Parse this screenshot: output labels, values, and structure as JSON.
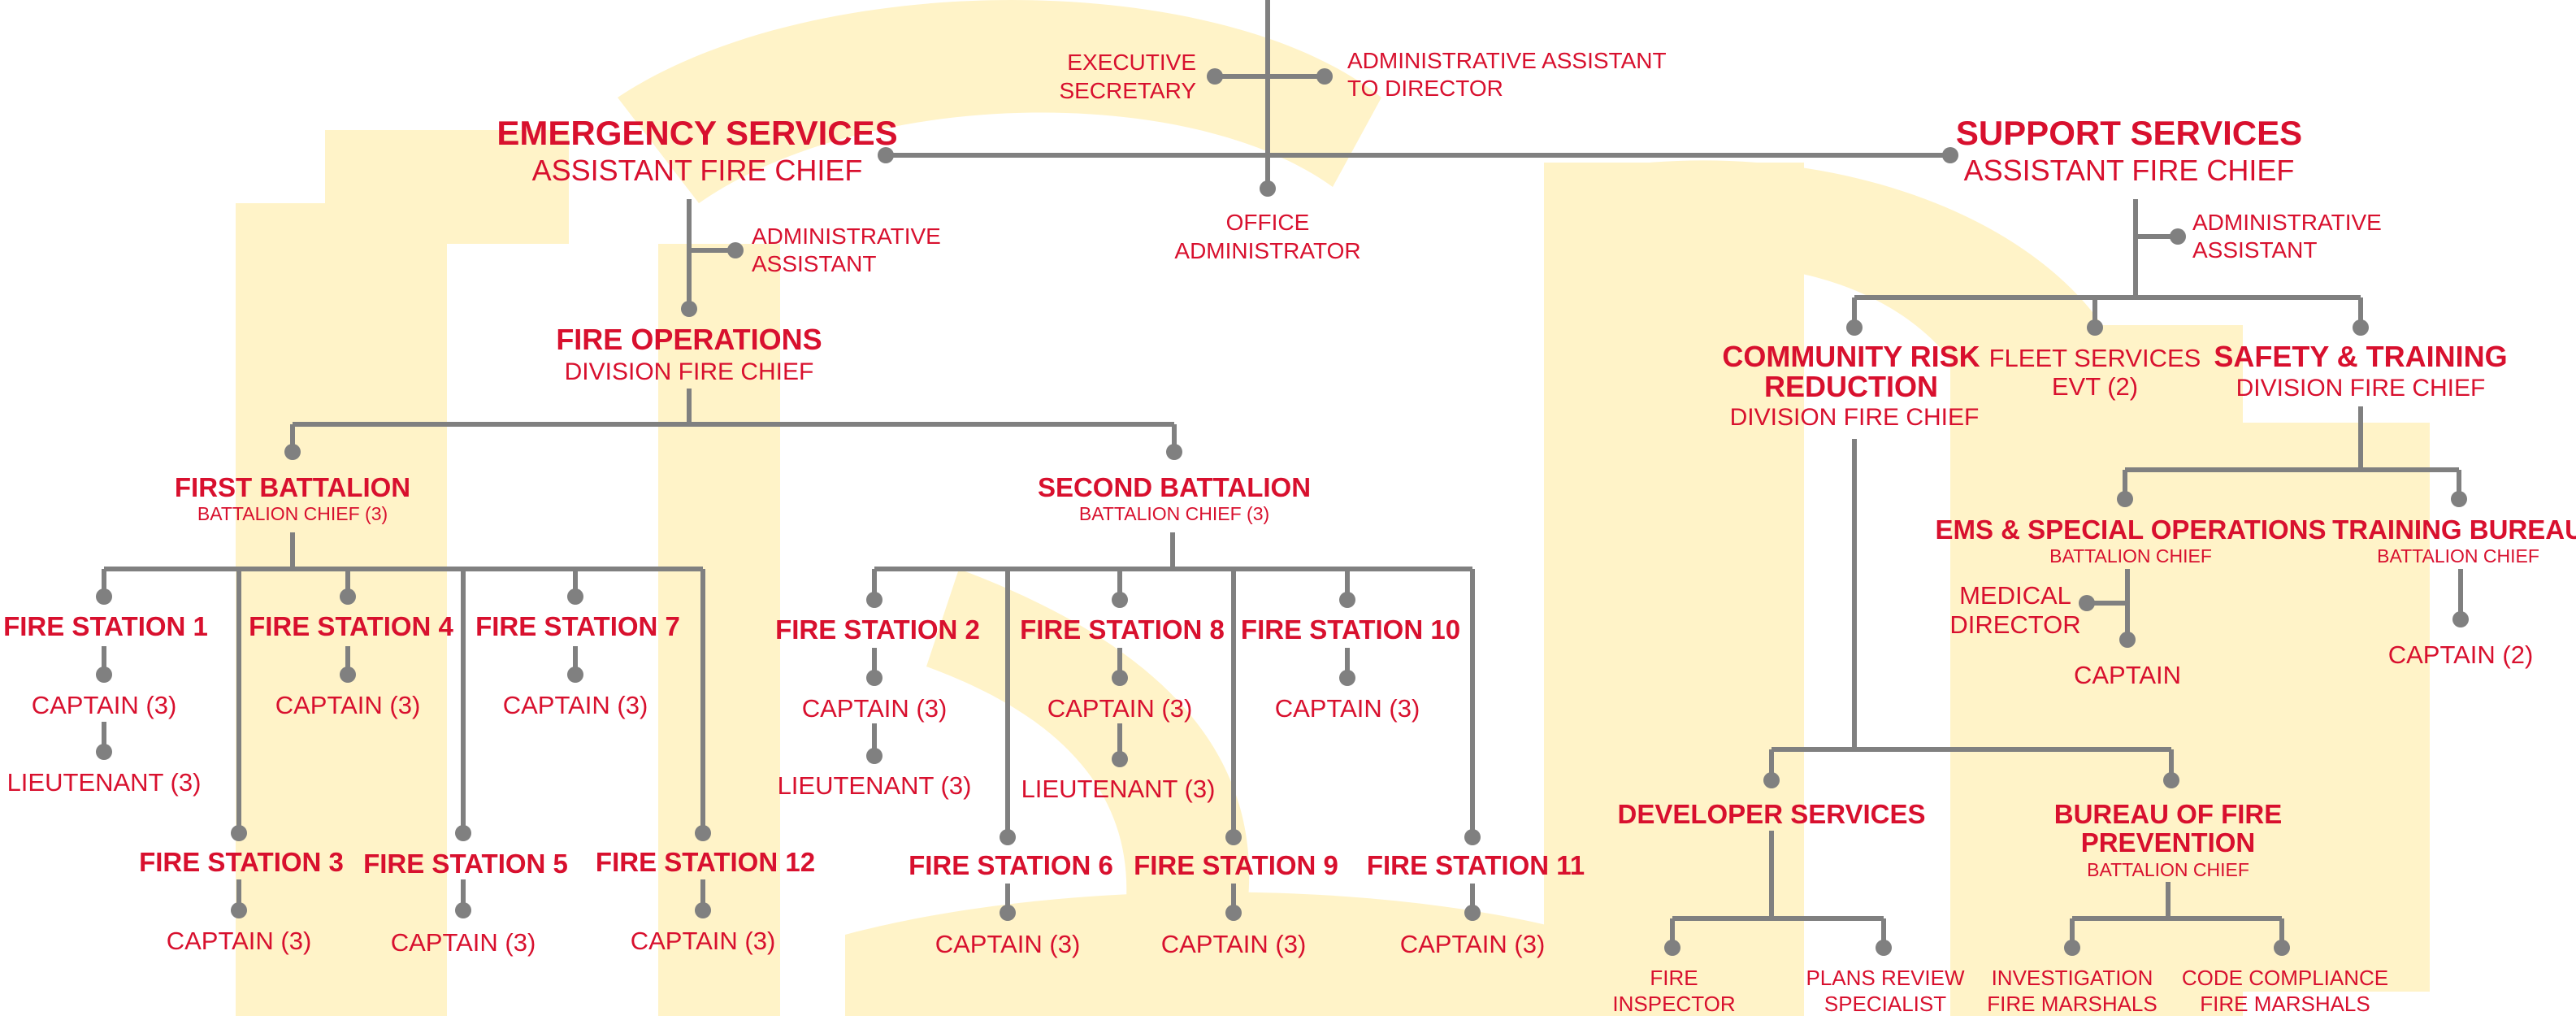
{
  "top": {
    "executive_secretary": [
      "EXECUTIVE",
      "SECRETARY"
    ],
    "admin_assistant_director": [
      "ADMINISTRATIVE ASSISTANT",
      "TO DIRECTOR"
    ],
    "office_administrator": [
      "OFFICE",
      "ADMINISTRATOR"
    ]
  },
  "emergency": {
    "title": "EMERGENCY SERVICES",
    "subtitle": "ASSISTANT FIRE CHIEF",
    "admin_assistant": [
      "ADMINISTRATIVE",
      "ASSISTANT"
    ],
    "fire_operations": {
      "title": "FIRE OPERATIONS",
      "subtitle": "DIVISION FIRE CHIEF"
    },
    "first_battalion": {
      "title": "FIRST BATTALION",
      "subtitle": "BATTALION CHIEF (3)",
      "stations": [
        {
          "name": "FIRE STATION 1",
          "staff": [
            "CAPTAIN (3)",
            "LIEUTENANT (3)"
          ]
        },
        {
          "name": "FIRE STATION 4",
          "staff": [
            "CAPTAIN (3)"
          ]
        },
        {
          "name": "FIRE STATION 7",
          "staff": [
            "CAPTAIN (3)"
          ]
        },
        {
          "name": "FIRE STATION 3",
          "staff": [
            "CAPTAIN (3)"
          ]
        },
        {
          "name": "FIRE STATION 5",
          "staff": [
            "CAPTAIN (3)"
          ]
        },
        {
          "name": "FIRE STATION 12",
          "staff": [
            "CAPTAIN (3)"
          ]
        }
      ]
    },
    "second_battalion": {
      "title": "SECOND BATTALION",
      "subtitle": "BATTALION CHIEF (3)",
      "stations": [
        {
          "name": "FIRE STATION 2",
          "staff": [
            "CAPTAIN (3)",
            "LIEUTENANT (3)"
          ]
        },
        {
          "name": "FIRE STATION 8",
          "staff": [
            "CAPTAIN (3)",
            "LIEUTENANT (3)"
          ]
        },
        {
          "name": "FIRE STATION 10",
          "staff": [
            "CAPTAIN (3)"
          ]
        },
        {
          "name": "FIRE STATION 6",
          "staff": [
            "CAPTAIN (3)"
          ]
        },
        {
          "name": "FIRE STATION 9",
          "staff": [
            "CAPTAIN (3)"
          ]
        },
        {
          "name": "FIRE STATION 11",
          "staff": [
            "CAPTAIN (3)"
          ]
        }
      ]
    }
  },
  "support": {
    "title": "SUPPORT SERVICES",
    "subtitle": "ASSISTANT FIRE CHIEF",
    "admin_assistant": [
      "ADMINISTRATIVE",
      "ASSISTANT"
    ],
    "community_risk": {
      "title": [
        "COMMUNITY RISK",
        "REDUCTION"
      ],
      "subtitle": "DIVISION FIRE CHIEF"
    },
    "fleet_services": [
      "FLEET SERVICES",
      "EVT (2)"
    ],
    "safety_training": {
      "title": "SAFETY & TRAINING",
      "subtitle": "DIVISION FIRE CHIEF"
    },
    "ems": {
      "title": "EMS & SPECIAL OPERATIONS",
      "subtitle": "BATTALION CHIEF",
      "captain": "CAPTAIN"
    },
    "medical_director": [
      "MEDICAL",
      "DIRECTOR"
    ],
    "training_bureau": {
      "title": "TRAINING BUREAU",
      "subtitle": "BATTALION CHIEF",
      "captain": "CAPTAIN (2)"
    },
    "developer_services": "DEVELOPER SERVICES",
    "fire_inspector": [
      "FIRE",
      "INSPECTOR"
    ],
    "plans_review": [
      "PLANS REVIEW",
      "SPECIALIST"
    ],
    "bureau_fire_prevention": {
      "title": [
        "BUREAU OF FIRE",
        "PREVENTION"
      ],
      "subtitle": "BATTALION CHIEF"
    },
    "investigation": [
      "INVESTIGATION",
      "FIRE MARSHALS"
    ],
    "code_compliance": [
      "CODE COMPLIANCE",
      "FIRE MARSHALS"
    ]
  },
  "colors": {
    "accent_red": "#D8102E",
    "connector_gray": "#808080",
    "watermark_yellow": "#FFF3C8"
  }
}
